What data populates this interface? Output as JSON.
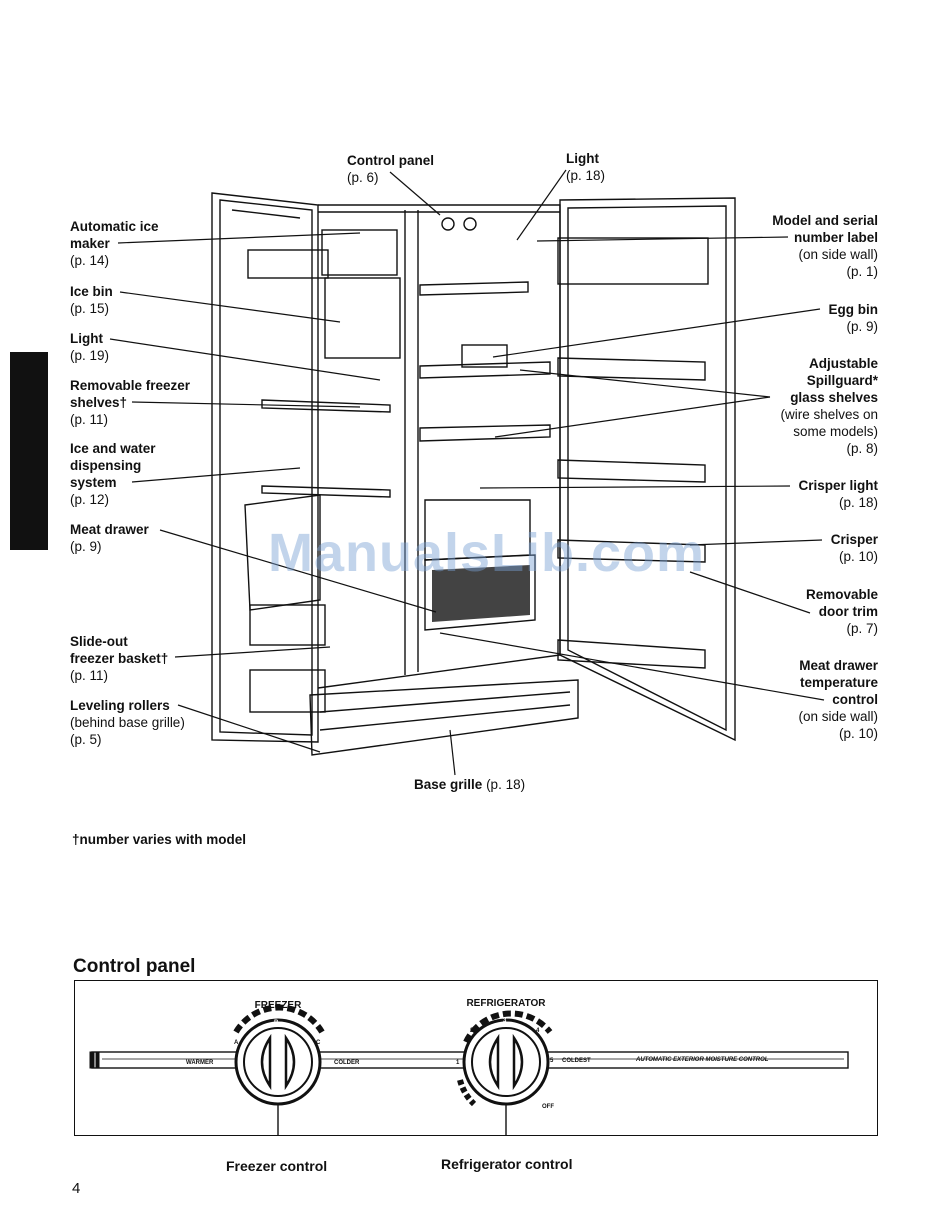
{
  "labels": {
    "control_panel": {
      "title": "Control panel",
      "page": "(p. 6)"
    },
    "light_top": {
      "title": "Light",
      "page": "(p. 18)"
    },
    "ice_maker": {
      "line1": "Automatic ice",
      "line2": "maker",
      "page": "(p. 14)"
    },
    "ice_bin": {
      "title": "Ice bin",
      "page": "(p. 15)"
    },
    "light_left": {
      "title": "Light",
      "page": "(p. 19)"
    },
    "freezer_shelves": {
      "line1": "Removable freezer",
      "line2": "shelves†",
      "page": "(p. 11)"
    },
    "dispensing": {
      "line1": "Ice and water",
      "line2": "dispensing",
      "line3": "system",
      "page": "(p. 12)"
    },
    "meat_drawer": {
      "title": "Meat drawer",
      "page": "(p. 9)"
    },
    "freezer_basket": {
      "line1": "Slide-out",
      "line2": "freezer basket†",
      "page": "(p. 11)"
    },
    "leveling_rollers": {
      "title": "Leveling rollers",
      "note": "(behind base grille)",
      "page": "(p. 5)"
    },
    "model_serial": {
      "line1": "Model and serial",
      "line2": "number label",
      "note": "(on side wall)",
      "page": "(p. 1)"
    },
    "egg_bin": {
      "title": "Egg bin",
      "page": "(p. 9)"
    },
    "glass_shelves": {
      "line1": "Adjustable",
      "line2": "Spillguard*",
      "line3": "glass shelves",
      "note1": "(wire shelves on",
      "note2": "some models)",
      "page": "(p. 8)"
    },
    "crisper_light": {
      "title": "Crisper light",
      "page": "(p. 18)"
    },
    "crisper": {
      "title": "Crisper",
      "page": "(p. 10)"
    },
    "door_trim": {
      "line1": "Removable",
      "line2": "door trim",
      "page": "(p. 7)"
    },
    "meat_temp": {
      "line1": "Meat drawer",
      "line2": "temperature",
      "line3": "control",
      "note": "(on side wall)",
      "page": "(p. 10)"
    },
    "base_grille": {
      "title": "Base grille",
      "page": "(p. 18)"
    }
  },
  "footnote": "†number varies with model",
  "control_panel_section": {
    "title": "Control panel",
    "freezer_label": "FREEZER",
    "refrigerator_label": "REFRIGERATOR",
    "warmer": "WARMER",
    "colder": "COLDER",
    "coldest": "COLDEST",
    "off": "OFF",
    "moisture": "AUTOMATIC EXTERIOR MOISTURE CONTROL",
    "freezer_marks": [
      "A",
      "B",
      "C"
    ],
    "fridge_marks": [
      "1",
      "2",
      "3",
      "4",
      "5"
    ],
    "freezer_caption": "Freezer control",
    "refrigerator_caption": "Refrigerator control"
  },
  "page_number": "4",
  "watermark": "ManualsLib.com"
}
